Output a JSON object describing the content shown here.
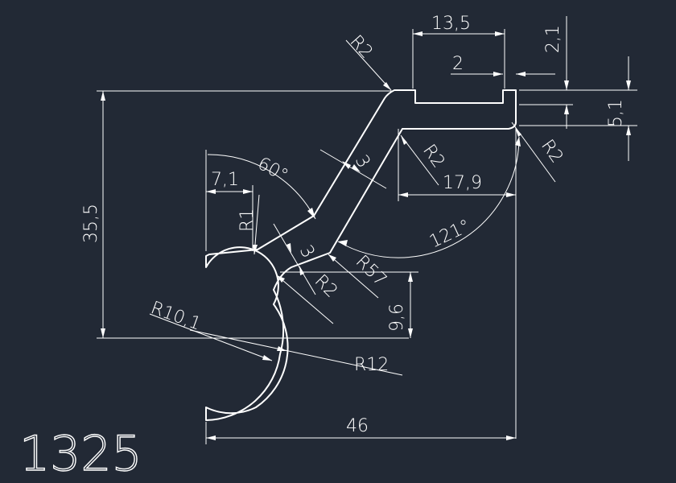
{
  "drawing": {
    "part_number": "1325",
    "dimensions": {
      "d_13_5": "13,5",
      "d_2": "2",
      "d_2_1": "2,1",
      "d_5_1": "5,1",
      "d_35_5": "35,5",
      "d_7_1": "7,1",
      "d_60deg": "60°",
      "d_3_top": "3",
      "d_r2_top": "R2",
      "d_r2_mid": "R2",
      "d_r2_right": "R2",
      "d_17_9": "17,9",
      "d_r1": "R1",
      "d_121deg": "121°",
      "d_3_low": "3",
      "d_r57": "R57",
      "d_r2_low": "R2",
      "d_9_6": "9,6",
      "d_r10_1": "R10,1",
      "d_r12": "R12",
      "d_46": "46"
    }
  },
  "colors": {
    "background": "#222935",
    "lines": "#ffffff"
  }
}
